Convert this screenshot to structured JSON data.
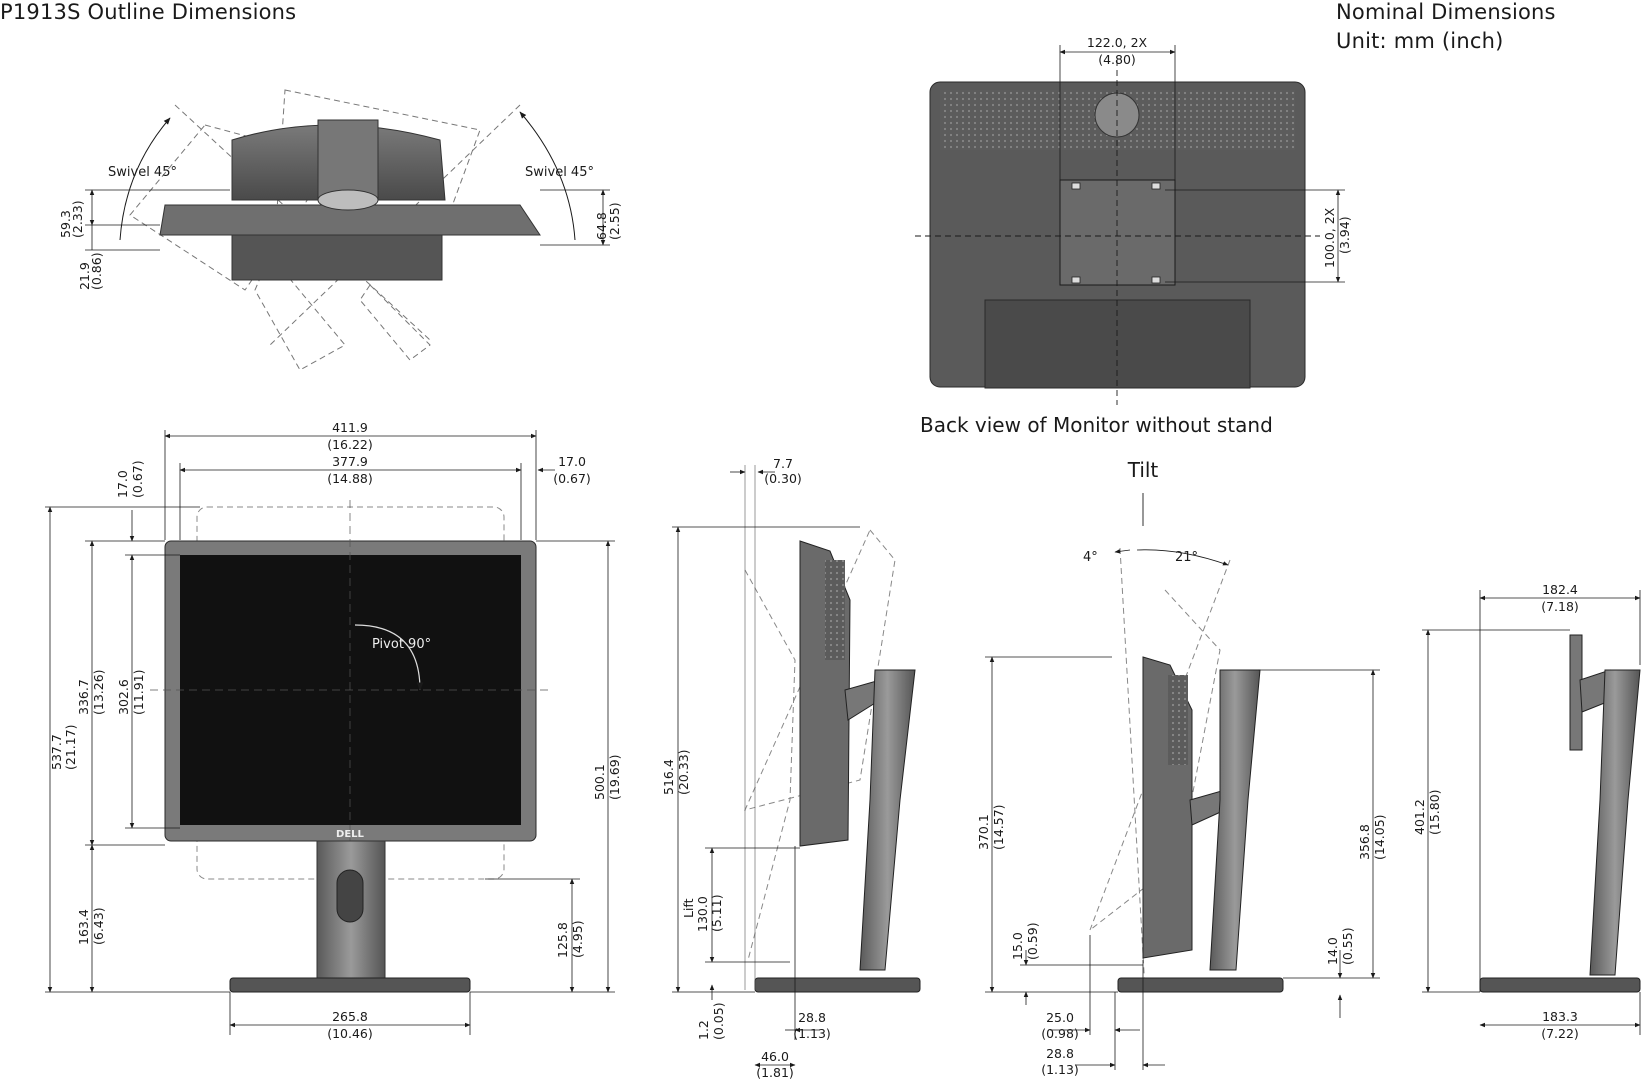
{
  "header": {
    "title": "P1913S Outline Dimensions",
    "nominal": "Nominal Dimensions",
    "unit": "Unit: mm (inch)"
  },
  "top_view": {
    "swivel_left": "Swivel 45°",
    "swivel_right": "Swivel 45°",
    "d1": {
      "mm": "59.3",
      "in": "(2.33)"
    },
    "d2": {
      "mm": "21.9",
      "in": "(0.86)"
    },
    "d3": {
      "mm": "64.8",
      "in": "(2.55)"
    }
  },
  "back_view": {
    "caption": "Back view of  Monitor without stand",
    "width": {
      "mm": "122.0, 2X",
      "in": "(4.80)"
    },
    "height": {
      "mm": "100.0, 2X",
      "in": "(3.94)"
    }
  },
  "front_view": {
    "pivot": "Pivot 90°",
    "logo": "DELL",
    "overall_width": {
      "mm": "411.9",
      "in": "(16.22)"
    },
    "screen_width": {
      "mm": "377.9",
      "in": "(14.88)"
    },
    "bezel_left": {
      "mm": "17.0",
      "in": "(0.67)"
    },
    "bezel_right": {
      "mm": "17.0",
      "in": "(0.67)"
    },
    "max_height": {
      "mm": "537.7",
      "in": "(21.17)"
    },
    "panel_height": {
      "mm": "336.7",
      "in": "(13.26)"
    },
    "screen_height": {
      "mm": "302.6",
      "in": "(11.91)"
    },
    "stand_height": {
      "mm": "163.4",
      "in": "(6.43)"
    },
    "min_height": {
      "mm": "500.1",
      "in": "(19.69)"
    },
    "pivot_clearance": {
      "mm": "125.8",
      "in": "(4.95)"
    },
    "base_width": {
      "mm": "265.8",
      "in": "(10.46)"
    }
  },
  "side_view": {
    "offset": {
      "mm": "7.7",
      "in": "(0.30)"
    },
    "height": {
      "mm": "516.4",
      "in": "(20.33)"
    },
    "lift_label": "Lift",
    "lift": {
      "mm": "130.0",
      "in": "(5.11)"
    },
    "base_gap": {
      "mm": "1.2",
      "in": "(0.05)"
    },
    "depth_a": {
      "mm": "28.8",
      "in": "(1.13)"
    },
    "depth_b": {
      "mm": "46.0",
      "in": "(1.81)"
    }
  },
  "tilt_view": {
    "title": "Tilt",
    "angle_back": "4°",
    "angle_fwd": "21°",
    "height": {
      "mm": "370.1",
      "in": "(14.57)"
    },
    "bottom_gap": {
      "mm": "15.0",
      "in": "(0.59)"
    },
    "stand_height": {
      "mm": "356.8",
      "in": "(14.05)"
    },
    "base_gap": {
      "mm": "14.0",
      "in": "(0.55)"
    },
    "depth_a": {
      "mm": "25.0",
      "in": "(0.98)"
    },
    "depth_b": {
      "mm": "28.8",
      "in": "(1.13)"
    }
  },
  "stand_view": {
    "depth_top": {
      "mm": "182.4",
      "in": "(7.18)"
    },
    "height": {
      "mm": "401.2",
      "in": "(15.80)"
    },
    "base_depth": {
      "mm": "183.3",
      "in": "(7.22)"
    }
  }
}
